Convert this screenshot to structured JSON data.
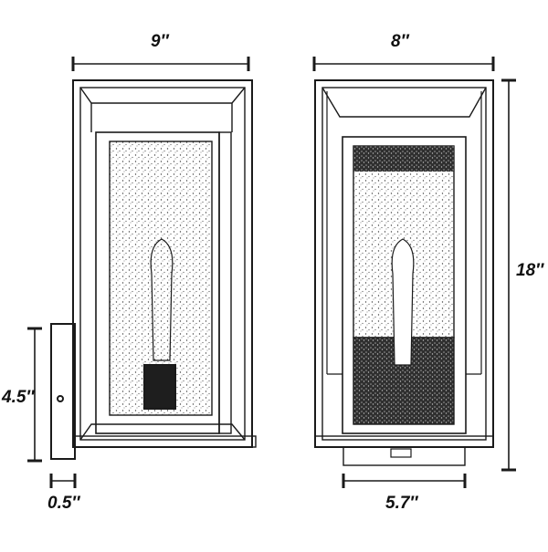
{
  "dimensions": {
    "width_side": "9″",
    "width_front": "8″",
    "height": "18″",
    "backplate_height": "4.5″",
    "backplate_depth": "0.5″",
    "backplate_width": "5.7″"
  },
  "colors": {
    "ink": "#1a1a1a",
    "glass_dark": "#2a2a2a",
    "background": "#ffffff"
  }
}
